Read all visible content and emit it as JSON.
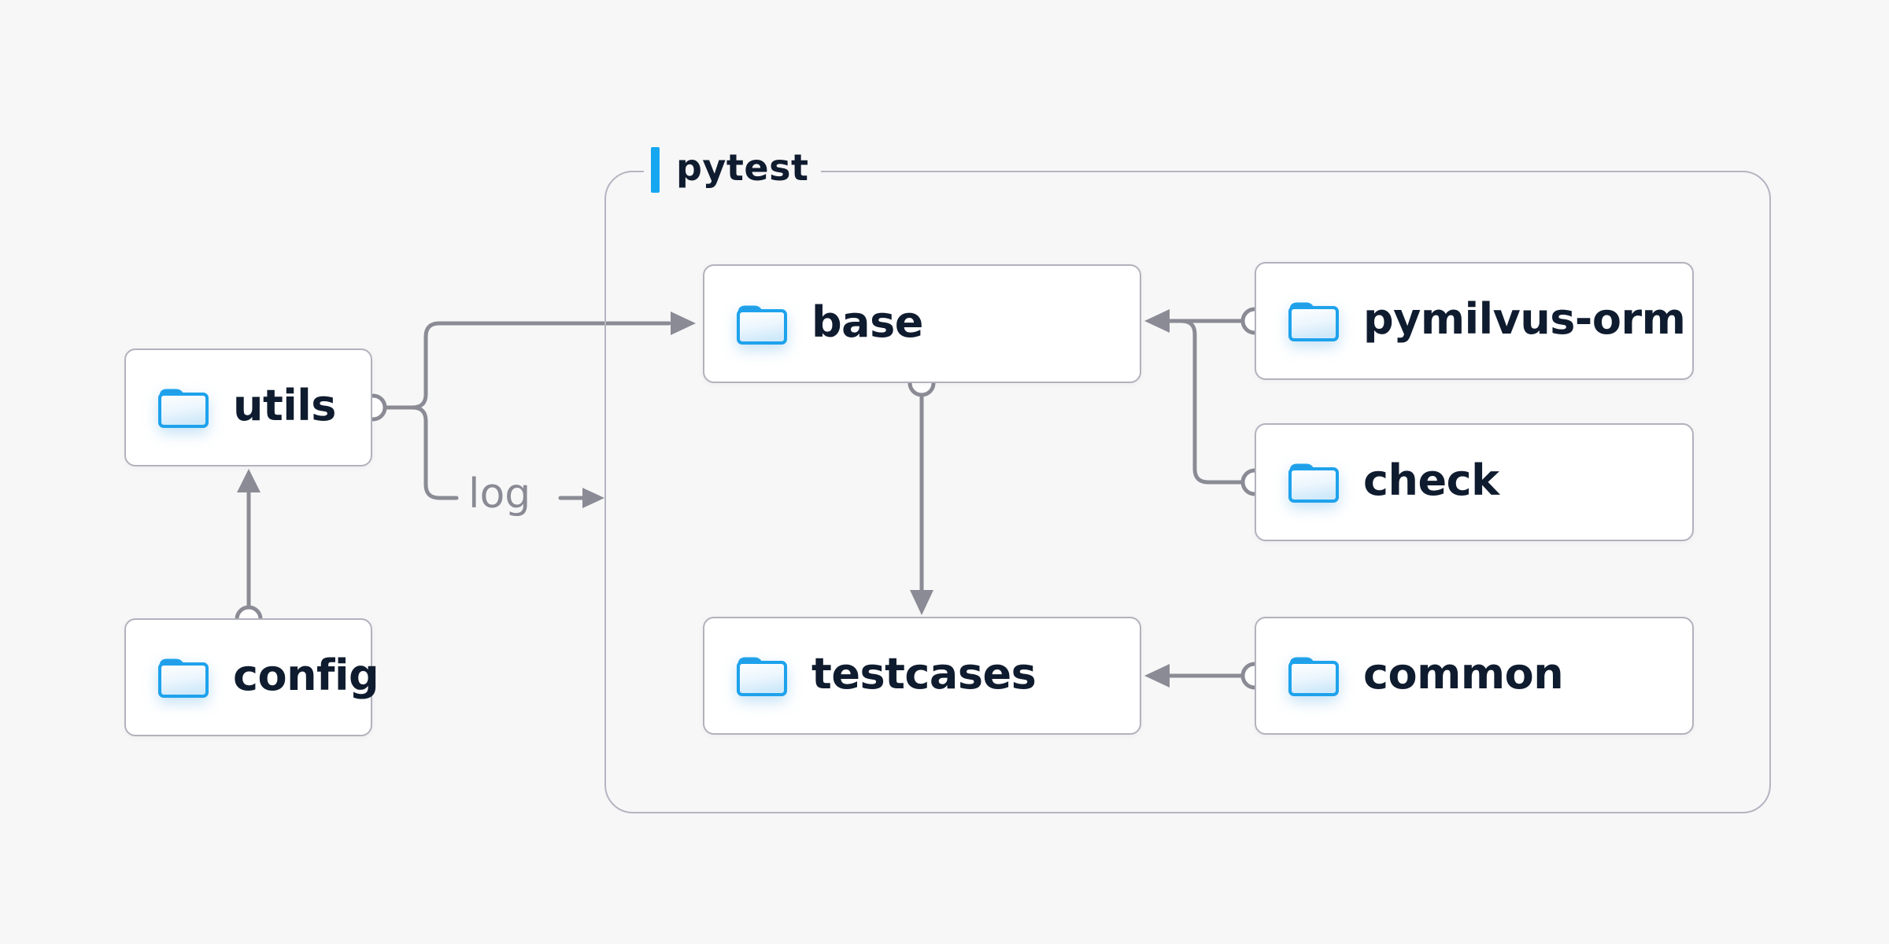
{
  "diagram": {
    "group": {
      "label": "pytest"
    },
    "log_label": "log",
    "nodes": [
      {
        "id": "utils",
        "label": "utils",
        "inside_group": false
      },
      {
        "id": "config",
        "label": "config",
        "inside_group": false
      },
      {
        "id": "base",
        "label": "base",
        "inside_group": true
      },
      {
        "id": "pymilvus-orm",
        "label": "pymilvus-orm",
        "inside_group": true
      },
      {
        "id": "check",
        "label": "check",
        "inside_group": true
      },
      {
        "id": "testcases",
        "label": "testcases",
        "inside_group": true
      },
      {
        "id": "common",
        "label": "common",
        "inside_group": true
      }
    ],
    "edges": [
      {
        "from": "config",
        "to": "utils",
        "style": "circle-to-arrow"
      },
      {
        "from": "utils",
        "to": "base",
        "style": "circle-to-arrow"
      },
      {
        "from": "utils",
        "to": "log",
        "style": "circle-to-label",
        "label": "log"
      },
      {
        "from": "pymilvus-orm",
        "to": "base",
        "style": "circle-to-arrow"
      },
      {
        "from": "check",
        "to": "base",
        "style": "circle-joins-line"
      },
      {
        "from": "base",
        "to": "testcases",
        "style": "circle-to-arrow"
      },
      {
        "from": "common",
        "to": "testcases",
        "style": "circle-to-arrow"
      }
    ],
    "colors": {
      "background": "#f7f7f8",
      "node_fill": "#ffffff",
      "node_border": "#b2b2bd",
      "group_border": "#b5b5c1",
      "edge": "#8b8b95",
      "text": "#0f1b2e",
      "muted_text": "#8a8a95",
      "accent_blue": "#17a7f0",
      "folder_blue": "#1ea2ec"
    }
  }
}
